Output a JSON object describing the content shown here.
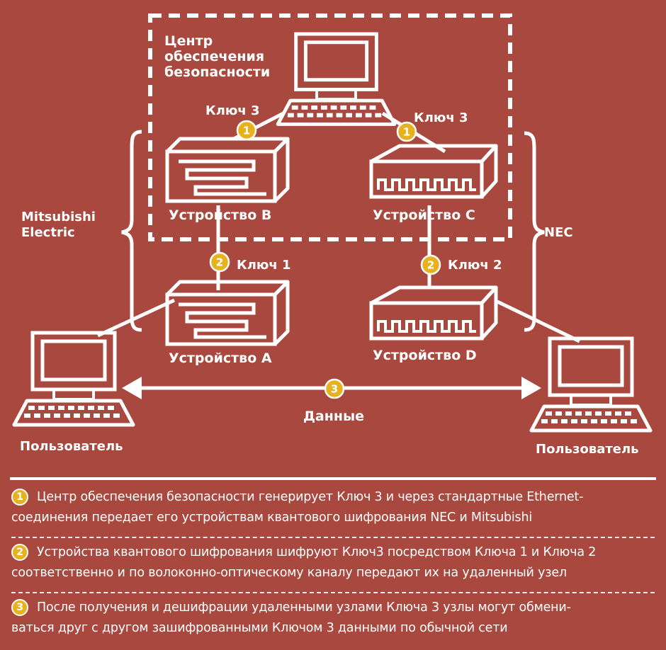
{
  "labels": {
    "security_center": [
      "Центр",
      "обеспечения",
      "безопасности"
    ],
    "key3_left": "Ключ 3",
    "key3_right": "Ключ 3",
    "key1": "Ключ 1",
    "key2": "Ключ 2",
    "device_b": "Устройство B",
    "device_c": "Устройство C",
    "device_a": "Устройство A",
    "device_d": "Устройство D",
    "vendor_left": [
      "Mitsubishi",
      "Electric"
    ],
    "vendor_right": "NEC",
    "data": "Данные",
    "user_left": "Пользователь",
    "user_right": "Пользователь"
  },
  "badges": {
    "one": "1",
    "two": "2",
    "three": "3"
  },
  "notes": [
    {
      "num": "1",
      "lines": [
        "Центр обеспечения безопасности генерирует Ключ 3 и через стандартные Ethernet-",
        "соединения передает его устройствам квантового шифрования  NEC и Mitsubishi"
      ]
    },
    {
      "num": "2",
      "lines": [
        "Устройства квантового шифрования шифруют Ключ3 посредством Ключа 1 и Ключа 2",
        "соответственно и по волоконно-оптическому каналу передают их на удаленный узел"
      ]
    },
    {
      "num": "3",
      "lines": [
        "После получения и дешифрации удаленными узлами Ключа 3 узлы могут обмени-",
        "ваться друг с другом зашифрованными Ключом 3 данными по обычной сети"
      ]
    }
  ],
  "colors": {
    "background": "#a8483e",
    "badge": "#e8b21f",
    "line": "#ffffff"
  }
}
